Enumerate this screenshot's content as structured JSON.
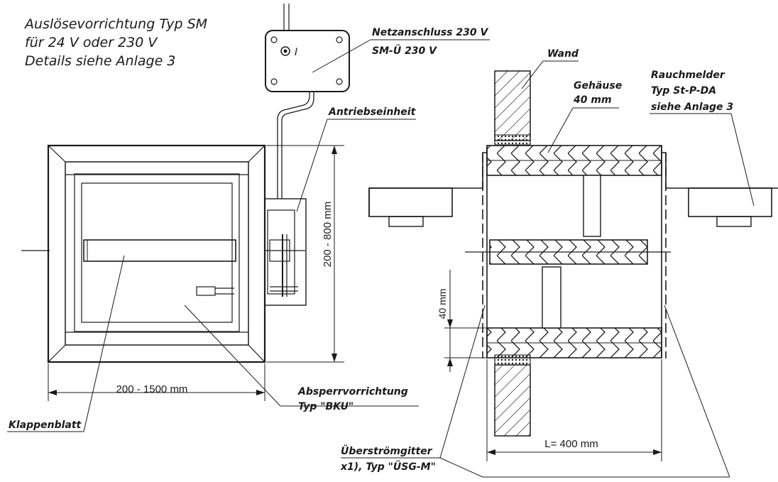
{
  "notes": {
    "line1": "Auslösevorrichtung Typ SM",
    "line2": "für 24 V oder 230 V",
    "line3": "Details siehe Anlage 3"
  },
  "labels": {
    "netz1": "Netzanschluss 230 V",
    "netz2": "SM-Ü 230 V",
    "antrieb": "Antriebseinheit",
    "wand": "Wand",
    "gehaeuse1": "Gehäuse",
    "gehaeuse2": "40 mm",
    "rauch1": "Rauchmelder",
    "rauch2": "Typ St-P-DA",
    "rauch3": "siehe Anlage 3",
    "absperr1": "Absperrvorrichtung",
    "absperr2": "Typ \"BKU\"",
    "klappenblatt": "Klappenblatt",
    "ueber1": "Überströmgitter",
    "ueber2": "x1), Typ \"ÜSG-M\""
  },
  "dimensions": {
    "width": "200 - 1500 mm",
    "height": "200 - 800 mm",
    "thickness": "40 mm",
    "length": "L= 400 mm"
  },
  "box_symbol": "I"
}
